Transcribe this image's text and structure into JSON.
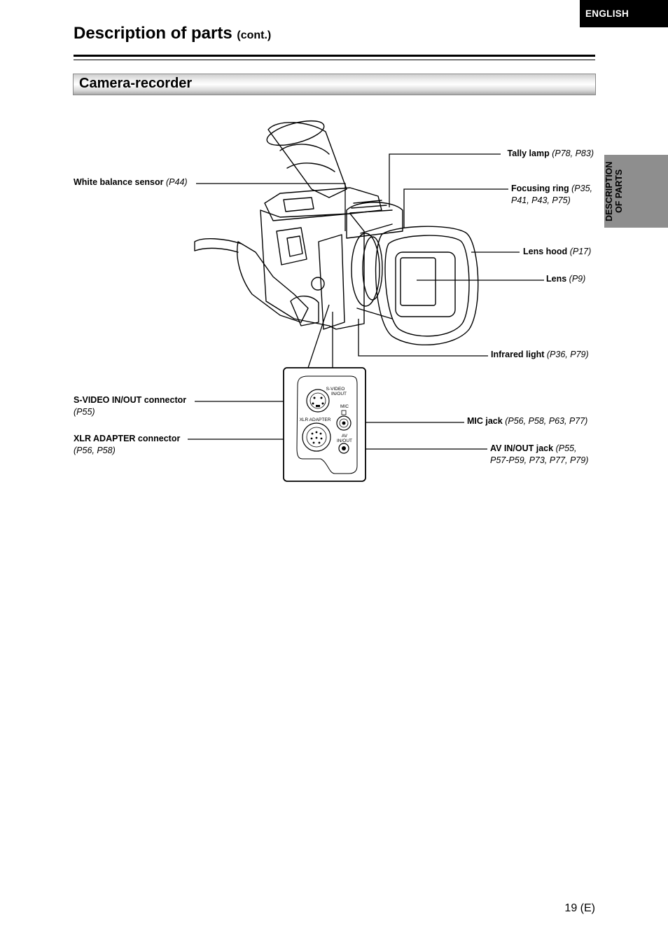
{
  "header": {
    "language_tab": "ENGLISH",
    "title": "Description of parts",
    "title_suffix": "(cont.)"
  },
  "section": {
    "title": "Camera-recorder"
  },
  "side_tab": {
    "line1": "DESCRIPTION",
    "line2": "OF PARTS"
  },
  "labels": {
    "white_balance": {
      "name": "White balance sensor",
      "ref": "(P44)"
    },
    "tally": {
      "name": "Tally lamp",
      "ref": "(P78, P83)"
    },
    "focusing": {
      "name": "Focusing ring",
      "ref1": "(P35,",
      "ref2": "P41, P43, P75)"
    },
    "lens_hood": {
      "name": "Lens hood",
      "ref": "(P17)"
    },
    "lens": {
      "name": "Lens",
      "ref": "(P9)"
    },
    "infrared": {
      "name": "Infrared light",
      "ref": "(P36, P79)"
    },
    "svideo": {
      "name": "S-VIDEO IN/OUT connector",
      "ref": "(P55)"
    },
    "xlr": {
      "name": "XLR ADAPTER connector",
      "ref": "(P56, P58)"
    },
    "mic": {
      "name": "MIC jack",
      "ref": "(P56, P58, P63, P77)"
    },
    "av": {
      "name": "AV IN/OUT jack",
      "ref1": "(P55,",
      "ref2": "P57-P59, P73, P77, P79)"
    }
  },
  "panel": {
    "svideo_line1": "S-VIDEO",
    "svideo_line2": "IN/OUT",
    "mic": "MIC",
    "xlr": "XLR ADAPTER",
    "av_line1": "AV",
    "av_line2": "IN/OUT"
  },
  "page_number": "19 (E)"
}
